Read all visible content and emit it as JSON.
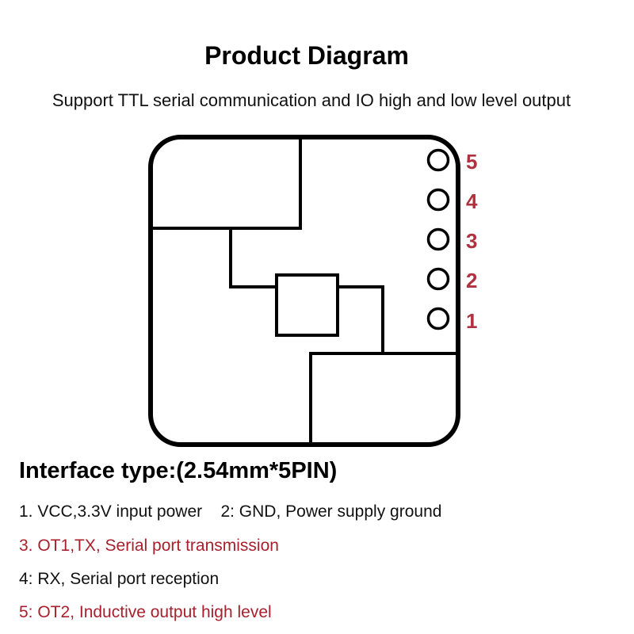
{
  "title": "Product Diagram",
  "subtitle": "Support TTL serial communication and IO high and low level output",
  "diagram": {
    "pins": [
      "5",
      "4",
      "3",
      "2",
      "1"
    ],
    "pin_color": "#b0323f"
  },
  "interface": {
    "heading": "Interface type:(2.54mm*5PIN)",
    "line1": "1. VCC,3.3V input power    2: GND, Power supply ground",
    "line3": "3. OT1,TX, Serial port transmission",
    "line4": "4: RX, Serial port reception",
    "line5": "5: OT2, Inductive output high level"
  }
}
